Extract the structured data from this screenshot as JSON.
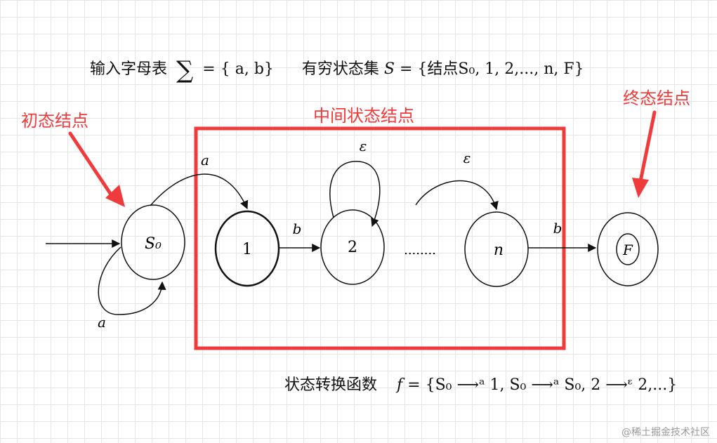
{
  "header": {
    "alphabet_prefix": "输入字母表",
    "sigma_symbol": "∑",
    "alphabet_set": "= { a, b}",
    "states_prefix": "有穷状态集",
    "states_var": "S",
    "states_set": "= {结点S₀, 1, 2,..., n, F}"
  },
  "labels": {
    "initial_node": "初态结点",
    "middle_nodes": "中间状态结点",
    "final_node": "终态结点"
  },
  "nodes": {
    "s0": "S₀",
    "n1": "1",
    "n2": "2",
    "nn": "n",
    "final": "F"
  },
  "edges": {
    "s0_self": "a",
    "s0_to_1": "a",
    "n1_to_2": "b",
    "n2_self": "ε",
    "to_n": "ε",
    "n_to_f": "b",
    "ellipsis": "........"
  },
  "transition": {
    "prefix": "状态转换函数",
    "func": "f",
    "body": "= {S₀ ⟶ᵃ 1, S₀ ⟶ᵃ S₀, 2 ⟶ᵋ 2,...}"
  },
  "watermark": "@稀土掘金技术社区",
  "colors": {
    "red": "#ef3b3b",
    "ink": "#111111",
    "grid": "#e6e6e6"
  }
}
